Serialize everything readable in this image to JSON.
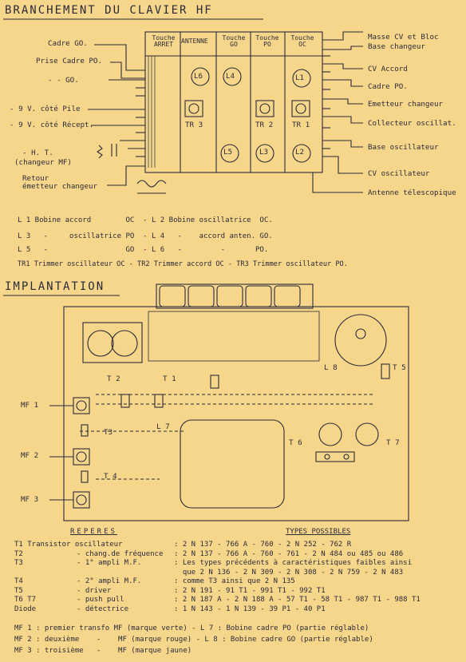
{
  "sections": {
    "branchement": "BRANCHEMENT DU CLAVIER HF",
    "implantation": "IMPLANTATION"
  },
  "keys": [
    "Touche ARRET",
    "ANTENNE",
    "Touche GO",
    "Touche PO",
    "Touche OC"
  ],
  "coils": [
    "L6",
    "L4",
    "L1",
    "L5",
    "L3",
    "L2"
  ],
  "trimmers": [
    "TR 3",
    "TR 2",
    "TR 1"
  ],
  "left_labels": [
    "Cadre GO.",
    "Prise Cadre PO.",
    "- - GO.",
    "- 9 V. côté Pile",
    "- 9 V. côté Récept.",
    "- H. T.",
    "(changeur MF)",
    "Retour",
    "émetteur changeur"
  ],
  "right_labels": [
    "Masse CV et Bloc",
    "Base changeur",
    "CV Accord",
    "Cadre PO.",
    "Emetteur changeur",
    "Collecteur oscillat.",
    "Base oscillateur",
    "CV oscillateur",
    "Antenne télescopique"
  ],
  "legend": [
    "L 1 Bobine accord        OC  - L 2 Bobine oscillatrice  OC.",
    "L 3   -     oscillatrice PO  - L 4   -    accord anten. GO.",
    "L 5   -                  GO  - L 6   -         -       PO.",
    "TR1 Trimmer oscillateur OC - TR2 Trimmer accord OC - TR3 Trimmer oscillateur PO."
  ],
  "implantation_labels": {
    "mf": [
      "MF 1",
      "MF 2",
      "MF 3"
    ],
    "t": [
      "T 2",
      "T 1",
      "T3",
      "T 4",
      "T 5",
      "T 6",
      "T 7"
    ],
    "l": [
      "L 8",
      "L 7"
    ]
  },
  "reperes": {
    "header_left": "REPERES",
    "header_right": "TYPES POSSIBLES",
    "rows": [
      {
        "ref": "T1 Transistor oscillateur",
        "desc": "",
        "types": ": 2 N 137 - 766 A - 760 - 2 N 252 - 762 R"
      },
      {
        "ref": "T2",
        "desc": "- chang.de fréquence",
        "types": ": 2 N 137 - 766 A - 760 - 761 - 2 N 484 ou 485 ou 486"
      },
      {
        "ref": "T3",
        "desc": "- 1° ampli M.F.",
        "types": ": Les types précédents à caractéristiques faibles ainsi"
      },
      {
        "ref": "",
        "desc": "",
        "types": "  que 2 N 136 - 2 N 309 - 2 N 308 - 2 N 759 - 2 N 483"
      },
      {
        "ref": "T4",
        "desc": "- 2° ampli M.F.",
        "types": ": comme T3 ainsi que 2 N 135"
      },
      {
        "ref": "T5",
        "desc": "- driver",
        "types": ": 2 N 191 - 91 T1 - 991 T1 - 992 T1"
      },
      {
        "ref": "T6 T7",
        "desc": "- push pull",
        "types": ": 2 N 187 A - 2 N 188 A - 57 T1 - 58 T1 - 987 T1 - 988 T1"
      },
      {
        "ref": "Diode",
        "desc": "- détectrice",
        "types": ": 1 N 143 - 1 N 139 - 39 P1 - 40 P1"
      }
    ],
    "mf_notes": [
      "MF 1 : premier transfo MF (marque verte) - L 7 : Bobine cadre PO (partie réglable)",
      "MF 2 : deuxième    -    MF (marque rouge) - L 8 : Bobine cadre GO (partie réglable)",
      "MF 3 : troisième   -    MF (marque jaune)"
    ]
  }
}
